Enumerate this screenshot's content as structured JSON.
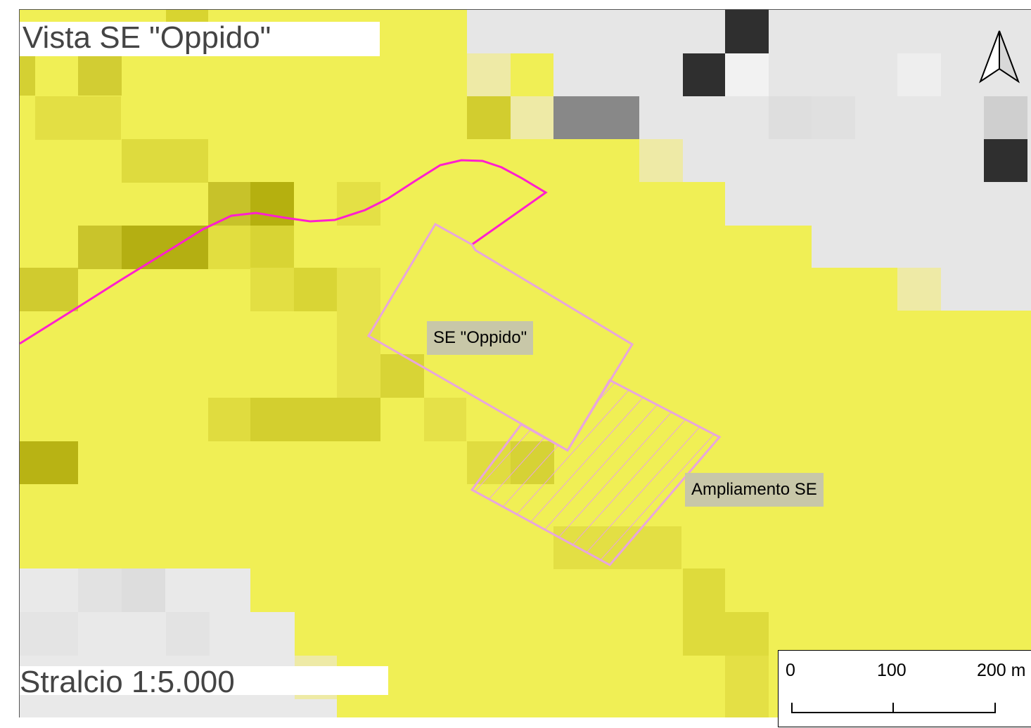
{
  "map": {
    "title": "Vista SE \"Oppido\"",
    "scale_caption": "Stralcio 1:5.000",
    "labels": {
      "substation": "SE \"Oppido\"",
      "expansion": "Ampliamento SE"
    },
    "scale_bar": {
      "ticks": [
        "0",
        "100",
        "200 m"
      ]
    },
    "north_arrow": "north-arrow-icon",
    "colors": {
      "raster_base": "#f0ef55",
      "route_line": "#ff1fce",
      "parcel_outline": "#e8a6dc",
      "label_background": "#c8c7a8",
      "light_gray": "#e6e6e6",
      "dark_cell": "#333333"
    }
  }
}
